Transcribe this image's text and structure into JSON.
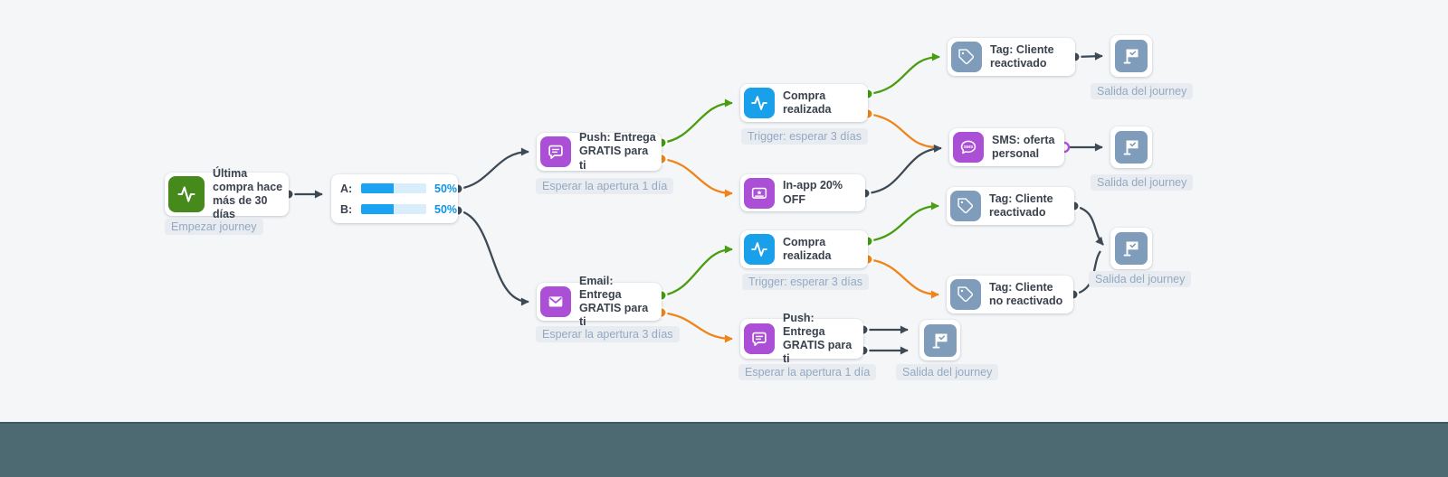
{
  "app": {
    "name": "journey-builder-canvas"
  },
  "colors": {
    "background": "#f4f6f8",
    "bottom_bar": "#4d6a72",
    "node_green": "#478a1c",
    "node_blue": "#18a0ea",
    "node_purple": "#ab4fd6",
    "node_slate": "#7f9cba",
    "edge_dark": "#3d4954",
    "edge_green": "#4a9c10",
    "edge_orange": "#ef8418",
    "progress_blue": "#1aa3f2",
    "percent_text": "#0c93e6",
    "badge_text": "#93a9c2",
    "badge_bg": "#e8ecf0"
  },
  "icons": {
    "start": "activity-icon",
    "purchase": "activity-icon",
    "push": "chat-message-icon",
    "email": "envelope-icon",
    "sms": "sms-bubble-icon",
    "inapp": "ticket-icon",
    "tag": "tag-icon",
    "exit": "flag-check-icon"
  },
  "nodes": {
    "start": {
      "title": "Última compra hace más de 30 días",
      "badge": "Empezar journey"
    },
    "ab_split": {
      "rows": [
        {
          "label": "A:",
          "value": 50,
          "percent": "50%"
        },
        {
          "label": "B:",
          "value": 50,
          "percent": "50%"
        }
      ]
    },
    "push_top": {
      "title": "Push: Entrega GRATIS para ti",
      "badge": "Esperar la apertura 1 día"
    },
    "purchase_top": {
      "title": "Compra realizada",
      "badge": "Trigger: esperar 3 días"
    },
    "inapp_offer": {
      "title": "In-app 20% OFF"
    },
    "tag_reactivated_top": {
      "title": "Tag: Cliente reactivado"
    },
    "exit_top": {
      "label": "Salida del journey"
    },
    "sms_offer": {
      "title": "SMS: oferta personal"
    },
    "exit_sms": {
      "label": "Salida del journey"
    },
    "email": {
      "title": "Email: Entrega GRATIS para ti",
      "badge": "Esperar la apertura 3 días"
    },
    "purchase_bottom": {
      "title": "Compra realizada",
      "badge": "Trigger: esperar 3 días"
    },
    "tag_reactivated_bottom": {
      "title": "Tag: Cliente reactivado"
    },
    "tag_not_reactivated": {
      "title": "Tag: Cliente no reactivado"
    },
    "exit_tags": {
      "label": "Salida del journey"
    },
    "push_bottom": {
      "title": "Push: Entrega GRATIS para ti",
      "badge": "Esperar la apertura 1 día"
    },
    "exit_push_bottom": {
      "label": "Salida del journey"
    }
  }
}
